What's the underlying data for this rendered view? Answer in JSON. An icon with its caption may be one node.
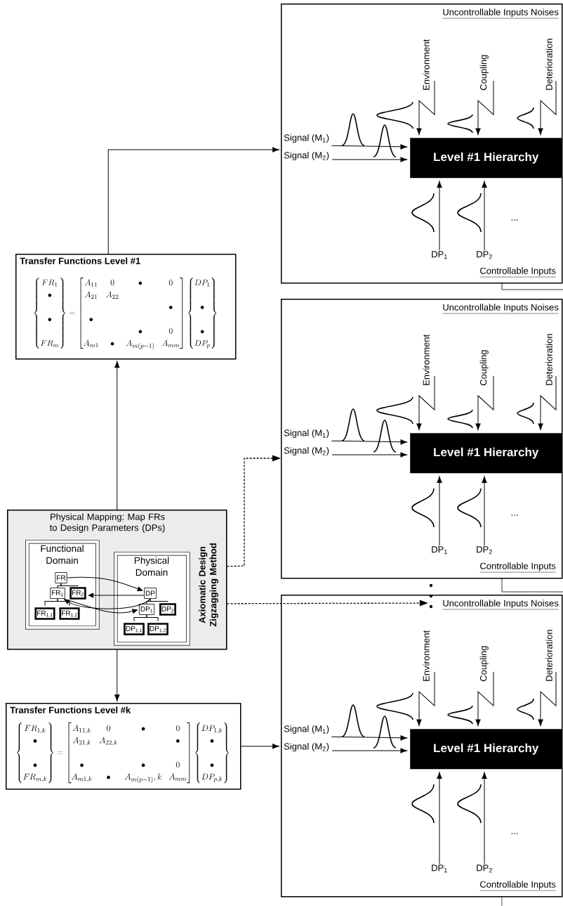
{
  "diagram": {
    "nodes": [
      {
        "text": [
          "Uncontrollable Inputs Noises",
          "Controllable Inputs"
        ]
      },
      {
        "text": [
          "Level #1 Hierarchy"
        ],
        "in": 0
      },
      {
        "text": [
          "Signal (M$_{1}$)"
        ],
        "in": 0
      },
      {
        "text": [
          "Signal (M$_{2}$)"
        ],
        "in": 0
      },
      {
        "text": [
          "Environment"
        ],
        "in": 0
      },
      {
        "text": [
          "Coupling"
        ],
        "in": 0
      },
      {
        "text": [
          "Deterioration"
        ],
        "in": 0
      },
      {
        "text": [
          "DP$_{1}$"
        ],
        "in": 0
      },
      {
        "text": [
          "DP$_{2}$"
        ],
        "in": 0
      },
      {
        "text": [
          "Uncontrollable Inputs Noises",
          "Controllable Inputs"
        ]
      },
      {
        "text": [
          "Level #1 Hierarchy"
        ],
        "in": 9
      },
      {
        "text": [
          "Signal (M$_{1}$)"
        ],
        "in": 9
      },
      {
        "text": [
          "Signal (M$_{2}$)"
        ],
        "in": 9
      },
      {
        "text": [
          "Environment"
        ],
        "in": 9
      },
      {
        "text": [
          "Coupling"
        ],
        "in": 9
      },
      {
        "text": [
          "Deterioration"
        ],
        "in": 9
      },
      {
        "text": [
          "DP$_{1}$"
        ],
        "in": 9
      },
      {
        "text": [
          "DP$_{2}$"
        ],
        "in": 9
      },
      {
        "text": [
          "Uncontrollable Inputs Noises",
          "Controllable Inputs"
        ]
      },
      {
        "text": [
          "Level #1 Hierarchy"
        ],
        "in": 18
      },
      {
        "text": [
          "Signal (M$_{1}$)"
        ],
        "in": 18
      },
      {
        "text": [
          "Signal (M$_{2}$)"
        ],
        "in": 18
      },
      {
        "text": [
          "Environment"
        ],
        "in": 18
      },
      {
        "text": [
          "Coupling"
        ],
        "in": 18
      },
      {
        "text": [
          "Deterioration"
        ],
        "in": 18
      },
      {
        "text": [
          "DP$_{1}$"
        ],
        "in": 18
      },
      {
        "text": [
          "DP$_{2}$"
        ],
        "in": 18
      },
      {
        "text": [
          "Transfer Functions Level #1",
          "\\left\\{\\begin{matrix}FR_{1}\\\\\\bullet\\\\ \\\\\\bullet\\\\ \\\\FR_{m}\\end{matrix}\\right\\}=\\left[\\begin{matrix}A_{11}&0&\\bullet&0\\\\A_{21}&A_{22}&&\\\\&&&\\bullet\\\\\\bullet&&&\\\\&&\\bullet&0\\\\A_{m1}&\\bullet&A_{m(p-1)}&A_{mm}\\end{matrix}\\right]\\left\\{\\begin{matrix}DP_{1}\\\\ \\\\\\bullet\\\\ \\\\\\bullet\\\\DP_{p}\\end{matrix}\\right\\}"
        ]
      },
      {
        "text": [
          "Physical Mapping: Map FRs to Design Parameters (DPs)",
          "Axiomatic Design Zigzagging Method"
        ]
      },
      {
        "text": [
          "Functional Domain"
        ],
        "in": 28
      },
      {
        "text": [
          "FR"
        ],
        "in": 29
      },
      {
        "text": [
          "FR$_{1}$"
        ],
        "in": 29
      },
      {
        "text": [
          "FR$_{2}$"
        ],
        "in": 29
      },
      {
        "text": [
          "FR$_{1.1}$"
        ],
        "in": 29
      },
      {
        "text": [
          "FR$_{1.2}$"
        ],
        "in": 29
      },
      {
        "text": [
          "Physical Domain"
        ],
        "in": 28
      },
      {
        "text": [
          "DP"
        ],
        "in": 35
      },
      {
        "text": [
          "DP$_{1}$"
        ],
        "in": 35
      },
      {
        "text": [
          "DP$_{2}$"
        ],
        "in": 35
      },
      {
        "text": [
          "DP$_{1.1}$"
        ],
        "in": 35
      },
      {
        "text": [
          "DP$_{1.2}$"
        ],
        "in": 35
      },
      {
        "text": [
          "Transfer Functions Level #k",
          "\\left\\{\\begin{matrix}FR_{1,k}\\\\\\bullet\\\\ \\\\\\bullet\\\\FR_{m,k}\\end{matrix}\\right\\}=\\left[\\begin{matrix}A_{11,k}&0&\\bullet&0\\\\A_{21,k}&A_{22,k}&&\\bullet\\\\ &&&\\\\\\bullet&&\\bullet&0\\\\A_{m1,k}&\\bullet&A_{m(p-1)},k&A_{mm}\\end{matrix}\\right]\\left\\{\\begin{matrix}DP_{1,k}\\\\\\bullet\\\\ \\\\\\bullet\\\\DP_{p,k}\\end{matrix}\\right\\}"
        ]
      },
      {
        "text": [],
        "shape": "dots"
      }
    ],
    "edges": [
      {
        "from": 2,
        "to": 1,
        "arrow": "to"
      },
      {
        "from": 3,
        "to": 1,
        "arrow": "to"
      },
      {
        "from": 4,
        "to": 1,
        "arrow": "to"
      },
      {
        "from": 5,
        "to": 1,
        "arrow": "to"
      },
      {
        "from": 6,
        "to": 1,
        "arrow": "to"
      },
      {
        "from": 7,
        "to": 1,
        "arrow": "to"
      },
      {
        "from": 8,
        "to": 1,
        "arrow": "to"
      },
      {
        "from": 11,
        "to": 10,
        "arrow": "to"
      },
      {
        "from": 12,
        "to": 10,
        "arrow": "to"
      },
      {
        "from": 13,
        "to": 10,
        "arrow": "to"
      },
      {
        "from": 14,
        "to": 10,
        "arrow": "to"
      },
      {
        "from": 15,
        "to": 10,
        "arrow": "to"
      },
      {
        "from": 16,
        "to": 10,
        "arrow": "to"
      },
      {
        "from": 17,
        "to": 10,
        "arrow": "to"
      },
      {
        "from": 20,
        "to": 19,
        "arrow": "to"
      },
      {
        "from": 21,
        "to": 19,
        "arrow": "to"
      },
      {
        "from": 22,
        "to": 19,
        "arrow": "to"
      },
      {
        "from": 23,
        "to": 19,
        "arrow": "to"
      },
      {
        "from": 24,
        "to": 19,
        "arrow": "to"
      },
      {
        "from": 25,
        "to": 19,
        "arrow": "to"
      },
      {
        "from": 26,
        "to": 19,
        "arrow": "to"
      },
      {
        "from": 27,
        "to": 0,
        "arrow": "to"
      },
      {
        "from": 28,
        "to": 27,
        "arrow": "to"
      },
      {
        "from": 28,
        "to": 41,
        "arrow": "to"
      },
      {
        "from": 41,
        "to": 18,
        "arrow": "to"
      },
      {
        "from": 28,
        "to": 9,
        "arrow": "to",
        "style": "dashed"
      },
      {
        "from": 28,
        "to": 42,
        "arrow": "to",
        "style": "dashed"
      },
      {
        "from": 30,
        "to": 31,
        "arrow": "none"
      },
      {
        "from": 30,
        "to": 32,
        "arrow": "none"
      },
      {
        "from": 31,
        "to": 33,
        "arrow": "none"
      },
      {
        "from": 31,
        "to": 34,
        "arrow": "none"
      },
      {
        "from": 36,
        "to": 37,
        "arrow": "none"
      },
      {
        "from": 36,
        "to": 38,
        "arrow": "none"
      },
      {
        "from": 37,
        "to": 39,
        "arrow": "none"
      },
      {
        "from": 37,
        "to": 40,
        "arrow": "none"
      },
      {
        "from": 30,
        "to": 36,
        "arrow": "to"
      },
      {
        "from": 36,
        "to": 32,
        "arrow": "to"
      },
      {
        "from": 36,
        "to": 31,
        "arrow": "to"
      },
      {
        "from": 31,
        "to": 37,
        "arrow": "to"
      }
    ],
    "labels": [
      "...",
      "...",
      "..."
    ]
  }
}
